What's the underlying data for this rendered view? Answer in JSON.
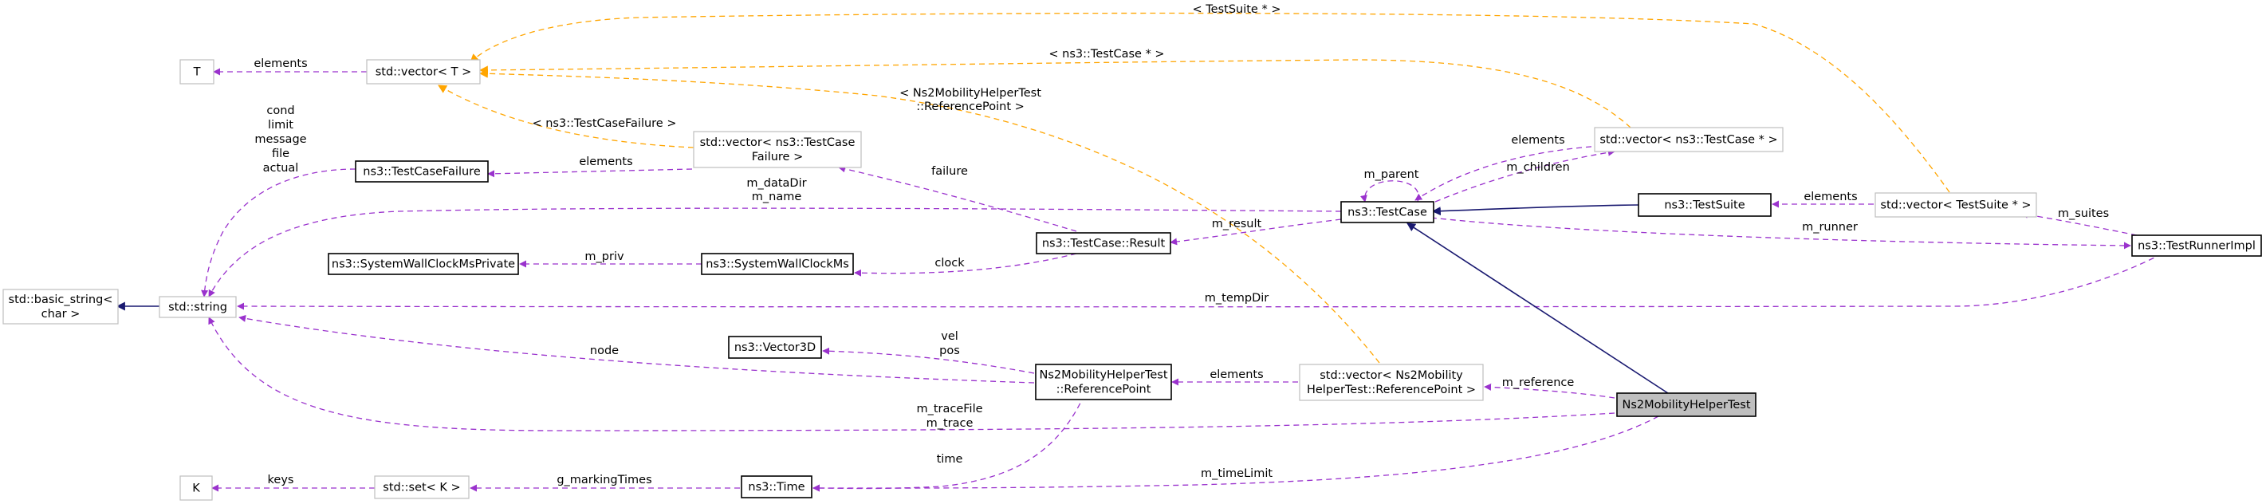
{
  "diagram": {
    "nodes": [
      {
        "id": "T",
        "lines": [
          "T"
        ],
        "style": "gray"
      },
      {
        "id": "vectorT",
        "lines": [
          "std::vector< T >"
        ],
        "style": "gray"
      },
      {
        "id": "TestCaseFailure",
        "lines": [
          "ns3::TestCaseFailure"
        ],
        "style": "black"
      },
      {
        "id": "vectorFailure",
        "lines": [
          "std::vector< ns3::TestCase",
          "Failure >"
        ],
        "style": "gray"
      },
      {
        "id": "TestCase",
        "lines": [
          "ns3::TestCase"
        ],
        "style": "black"
      },
      {
        "id": "vectorTestCase",
        "lines": [
          "std::vector< ns3::TestCase * >"
        ],
        "style": "gray"
      },
      {
        "id": "TestSuite",
        "lines": [
          "ns3::TestSuite"
        ],
        "style": "black"
      },
      {
        "id": "vectorTestSuite",
        "lines": [
          "std::vector< TestSuite * >"
        ],
        "style": "gray"
      },
      {
        "id": "TestRunnerImpl",
        "lines": [
          "ns3::TestRunnerImpl"
        ],
        "style": "black"
      },
      {
        "id": "basicString",
        "lines": [
          "std::basic_string<",
          "char >"
        ],
        "style": "gray"
      },
      {
        "id": "stdString",
        "lines": [
          "std::string"
        ],
        "style": "gray"
      },
      {
        "id": "WallPrivate",
        "lines": [
          "ns3::SystemWallClockMsPrivate"
        ],
        "style": "black"
      },
      {
        "id": "WallClock",
        "lines": [
          "ns3::SystemWallClockMs"
        ],
        "style": "black"
      },
      {
        "id": "Result",
        "lines": [
          "ns3::TestCase::Result"
        ],
        "style": "black"
      },
      {
        "id": "Vector3D",
        "lines": [
          "ns3::Vector3D"
        ],
        "style": "black"
      },
      {
        "id": "RefPoint",
        "lines": [
          "Ns2MobilityHelperTest",
          "::ReferencePoint"
        ],
        "style": "black"
      },
      {
        "id": "vectorRef",
        "lines": [
          "std::vector< Ns2Mobility",
          "HelperTest::ReferencePoint >"
        ],
        "style": "gray"
      },
      {
        "id": "MainTest",
        "lines": [
          "Ns2MobilityHelperTest"
        ],
        "style": "main"
      },
      {
        "id": "K",
        "lines": [
          "K"
        ],
        "style": "gray"
      },
      {
        "id": "setK",
        "lines": [
          "std::set< K >"
        ],
        "style": "gray"
      },
      {
        "id": "Time",
        "lines": [
          "ns3::Time"
        ],
        "style": "black"
      }
    ],
    "edge_labels": {
      "elements_T": "elements",
      "testsuite_ptr": "< TestSuite * >",
      "testcase_ptr": "< ns3::TestCase * >",
      "refpoint_tmpl": [
        "< Ns2MobilityHelperTest",
        "::ReferencePoint >"
      ],
      "failure_tmpl": "< ns3::TestCaseFailure >",
      "failure_fields": [
        "cond",
        "limit",
        "message",
        "file",
        "actual"
      ],
      "elements_failure": "elements",
      "failure": "failure",
      "datadir_name": [
        "m_dataDir",
        "m_name"
      ],
      "m_parent": "m_parent",
      "elements_testcase": "elements",
      "m_children": "m_children",
      "elements_suite": "elements",
      "m_suites": "m_suites",
      "m_result": "m_result",
      "m_runner": "m_runner",
      "m_priv": "m_priv",
      "clock": "clock",
      "m_tempDir": "m_tempDir",
      "vel_pos": [
        "vel",
        "pos"
      ],
      "node": "node",
      "elements_ref": "elements",
      "m_reference": "m_reference",
      "trace": [
        "m_traceFile",
        "m_trace"
      ],
      "time": "time",
      "keys": "keys",
      "g_markingTimes": "g_markingTimes",
      "m_timeLimit": "m_timeLimit"
    }
  }
}
